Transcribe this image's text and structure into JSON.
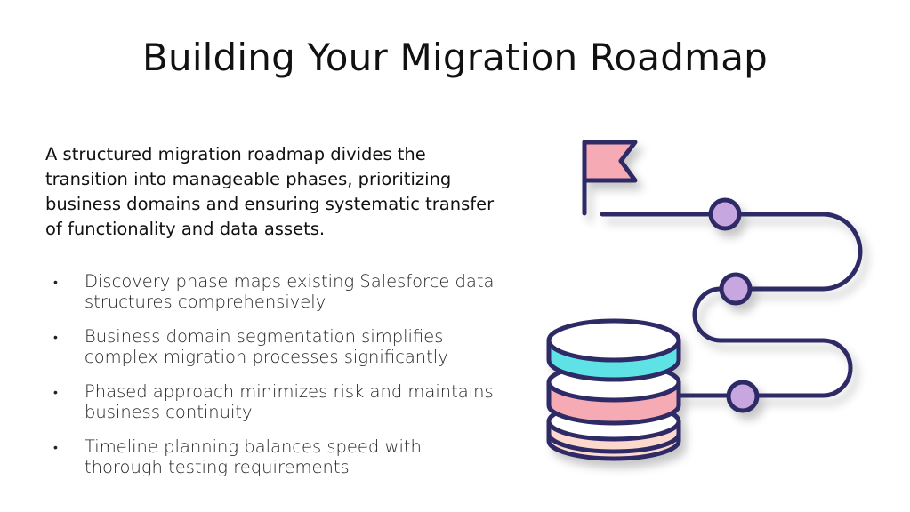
{
  "title": "Building Your Migration Roadmap",
  "intro": "A structured migration roadmap divides the transition into manageable phases, prioritizing business domains and ensuring systematic transfer of functionality and data assets.",
  "bullets": [
    "Discovery phase maps existing Salesforce data structures comprehensively",
    "Business domain segmentation simplifies complex migration processes significantly",
    "Phased approach minimizes risk and maintains business continuity",
    "Timeline planning balances speed with thorough testing requirements"
  ],
  "bullet_glyph": "•",
  "colors": {
    "stroke": "#2e2a66",
    "flag": "#f5aab4",
    "node": "#c8a6e0",
    "cyan": "#5ee2e6",
    "pink": "#f5aab4",
    "peach": "#fcd9cc"
  }
}
